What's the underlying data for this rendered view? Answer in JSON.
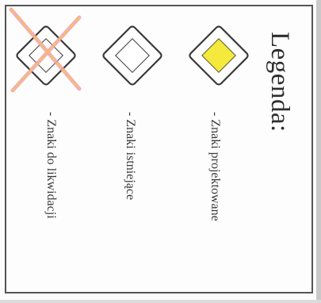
{
  "legend": {
    "title": "Legenda:",
    "items": [
      {
        "label": "- Znaki projektowane",
        "sign_icon": "diamond-sign-yellow-icon",
        "fill": "#f5ea3c"
      },
      {
        "label": "- Znaki istniejące",
        "sign_icon": "diamond-sign-white-icon",
        "fill": "#ffffff"
      },
      {
        "label": "- Znaki do likwidacji",
        "sign_icon": "diamond-sign-crossed-icon",
        "fill": "#ffffff",
        "cross_color": "#f2a3a3",
        "cross_dash_color": "#f3c84a"
      }
    ]
  },
  "colors": {
    "border": "#555555",
    "text": "#2e2e2e",
    "sign_outline": "#3a3a3a"
  }
}
